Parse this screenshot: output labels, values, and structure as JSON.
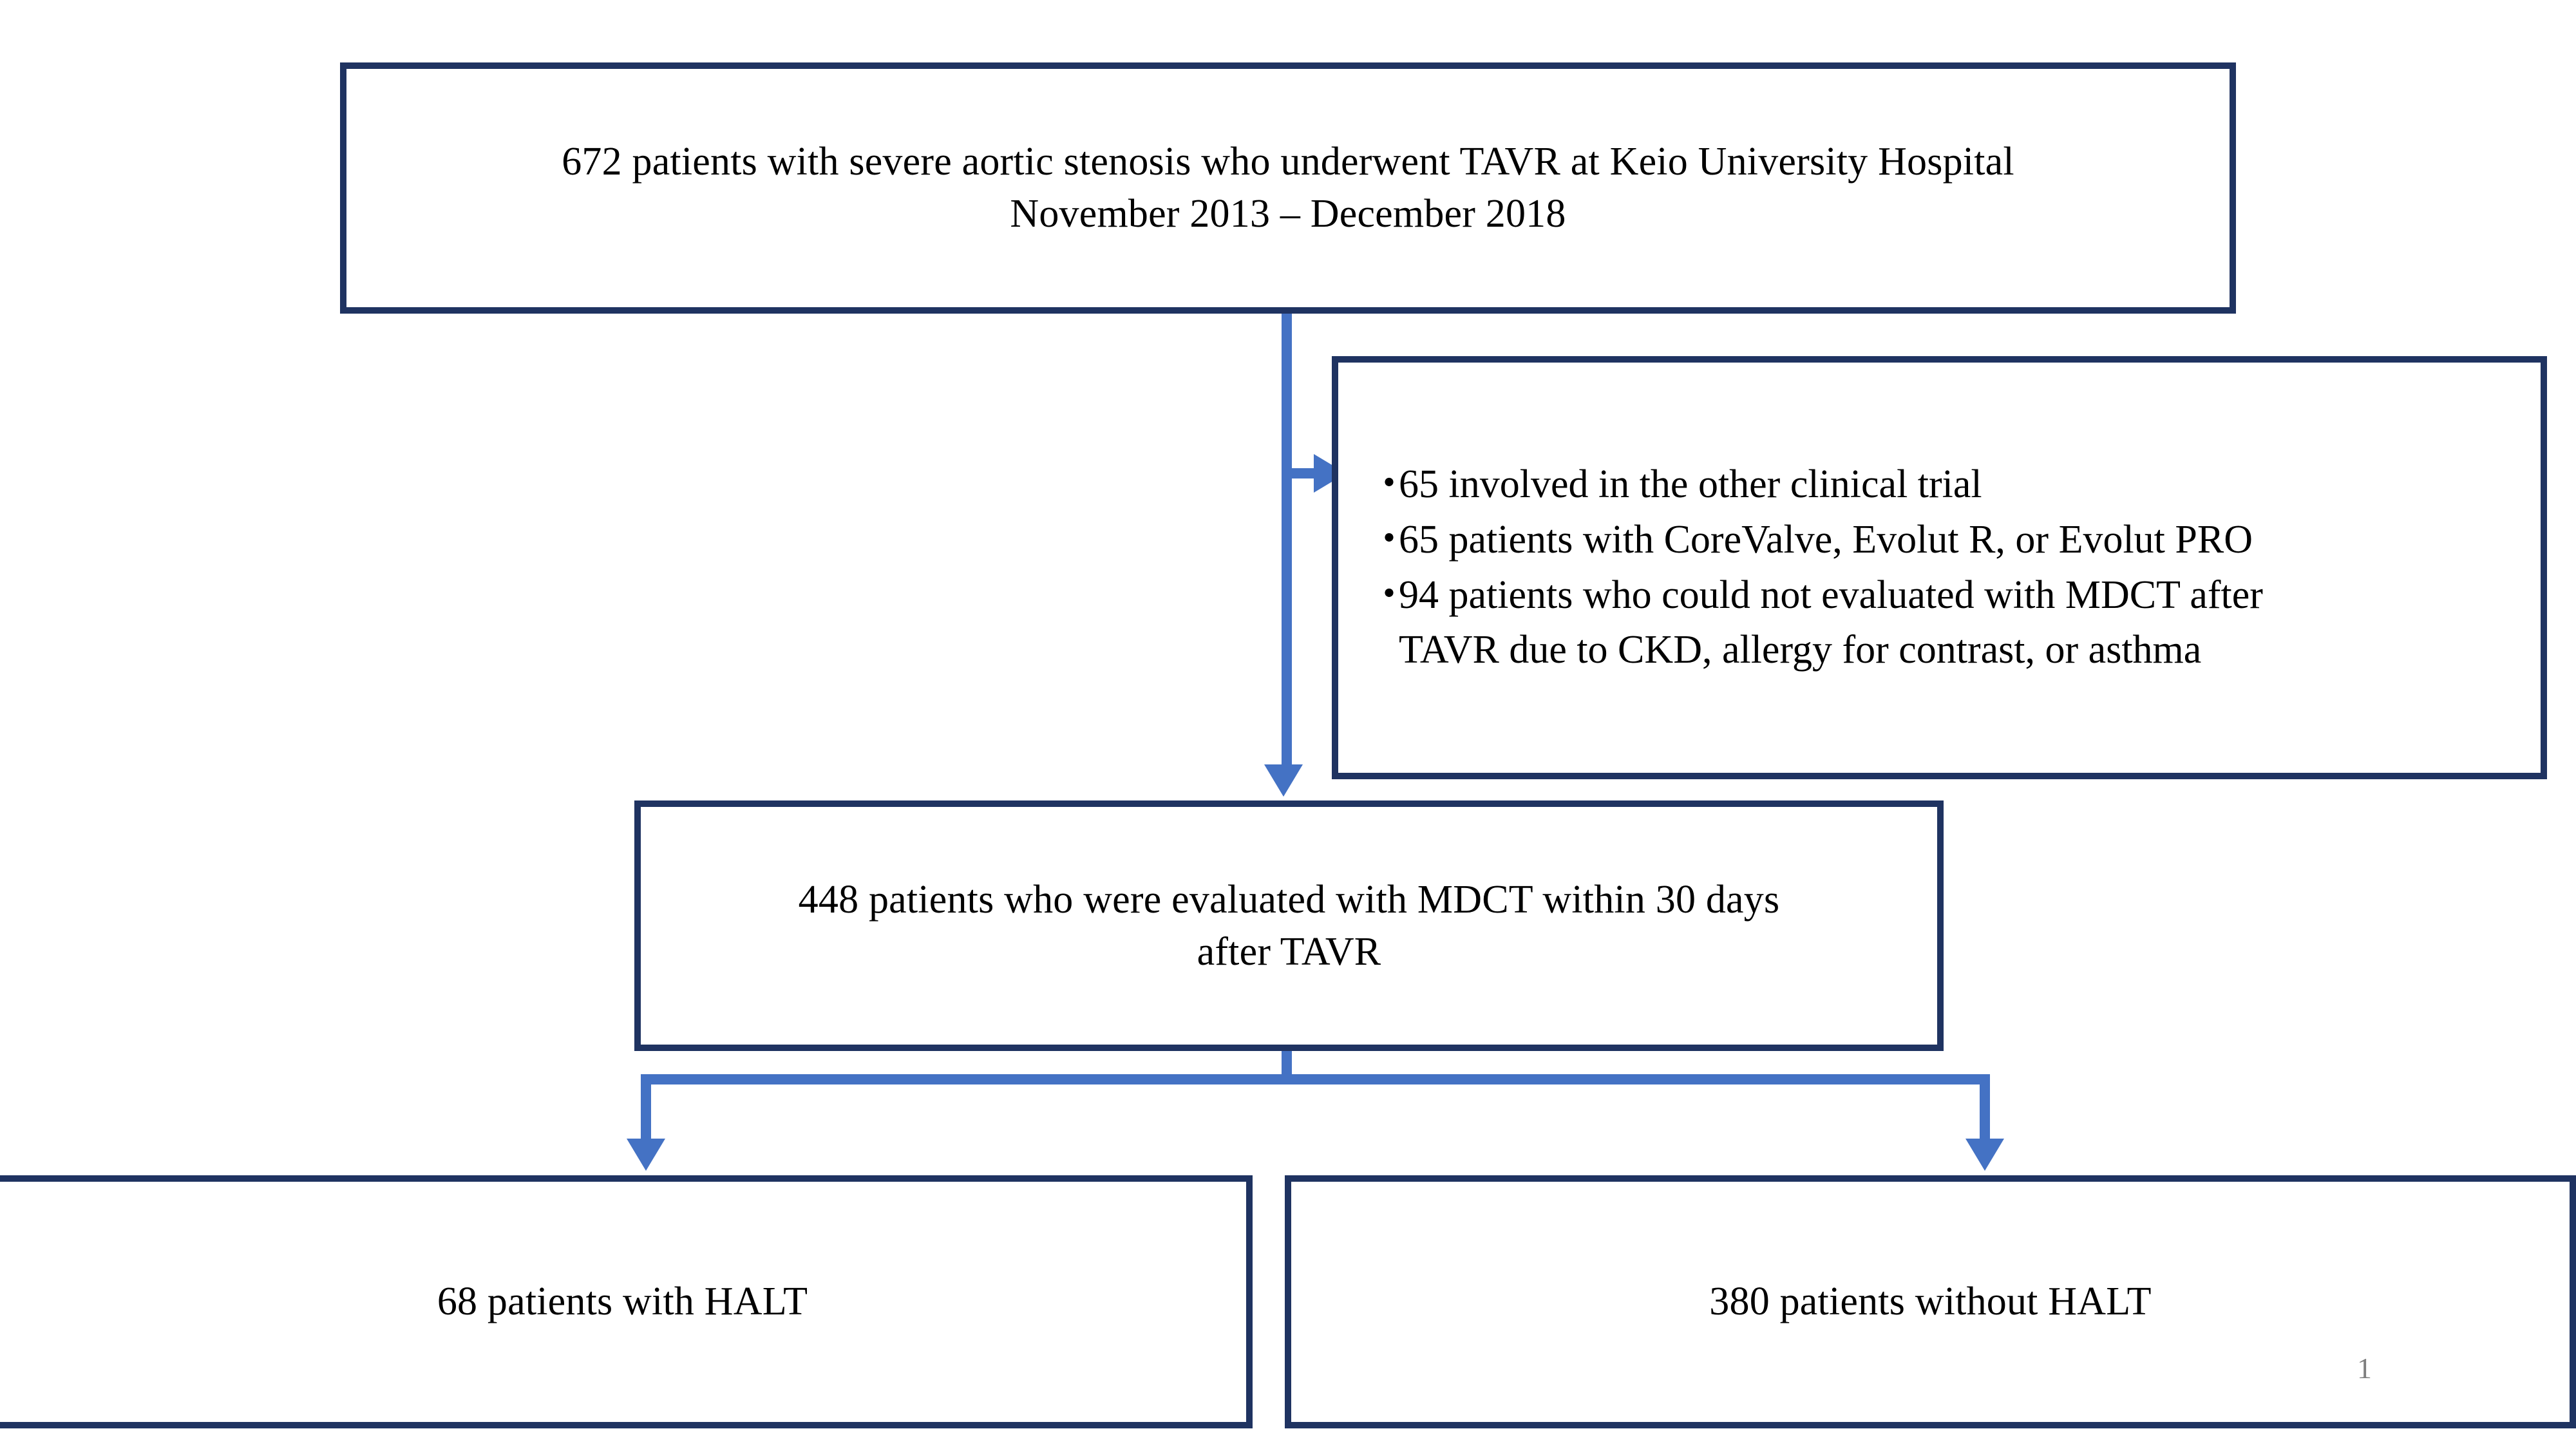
{
  "slide": {
    "page_number": "1",
    "colors": {
      "box_border": "#1F3361",
      "connector": "#4472C4",
      "text": "#000000",
      "page_number": "#7F7F7F",
      "background": "#FFFFFF"
    }
  },
  "flowchart": {
    "type": "study-enrollment-flow",
    "nodes": {
      "cohort": {
        "label": "672 patients with severe aortic stenosis who underwent TAVR at Keio University Hospital\nNovember 2013 – December 2018",
        "count": "672"
      },
      "excluded": {
        "marker": "・",
        "items": [
          "65 involved in the other clinical trial",
          "65 patients with CoreValve, Evolut R, or Evolut PRO",
          "94 patients who could not evaluated with MDCT after\nTAVR due to CKD, allergy for contrast, or asthma"
        ],
        "counts": [
          "65",
          "65",
          "94"
        ]
      },
      "evaluated": {
        "label": "448 patients who were evaluated with MDCT within 30 days\nafter TAVR",
        "count": "448"
      },
      "halt": {
        "label": "68 patients with HALT",
        "count": "68"
      },
      "no_halt": {
        "label": "380 patients without HALT",
        "count": "380"
      }
    }
  }
}
